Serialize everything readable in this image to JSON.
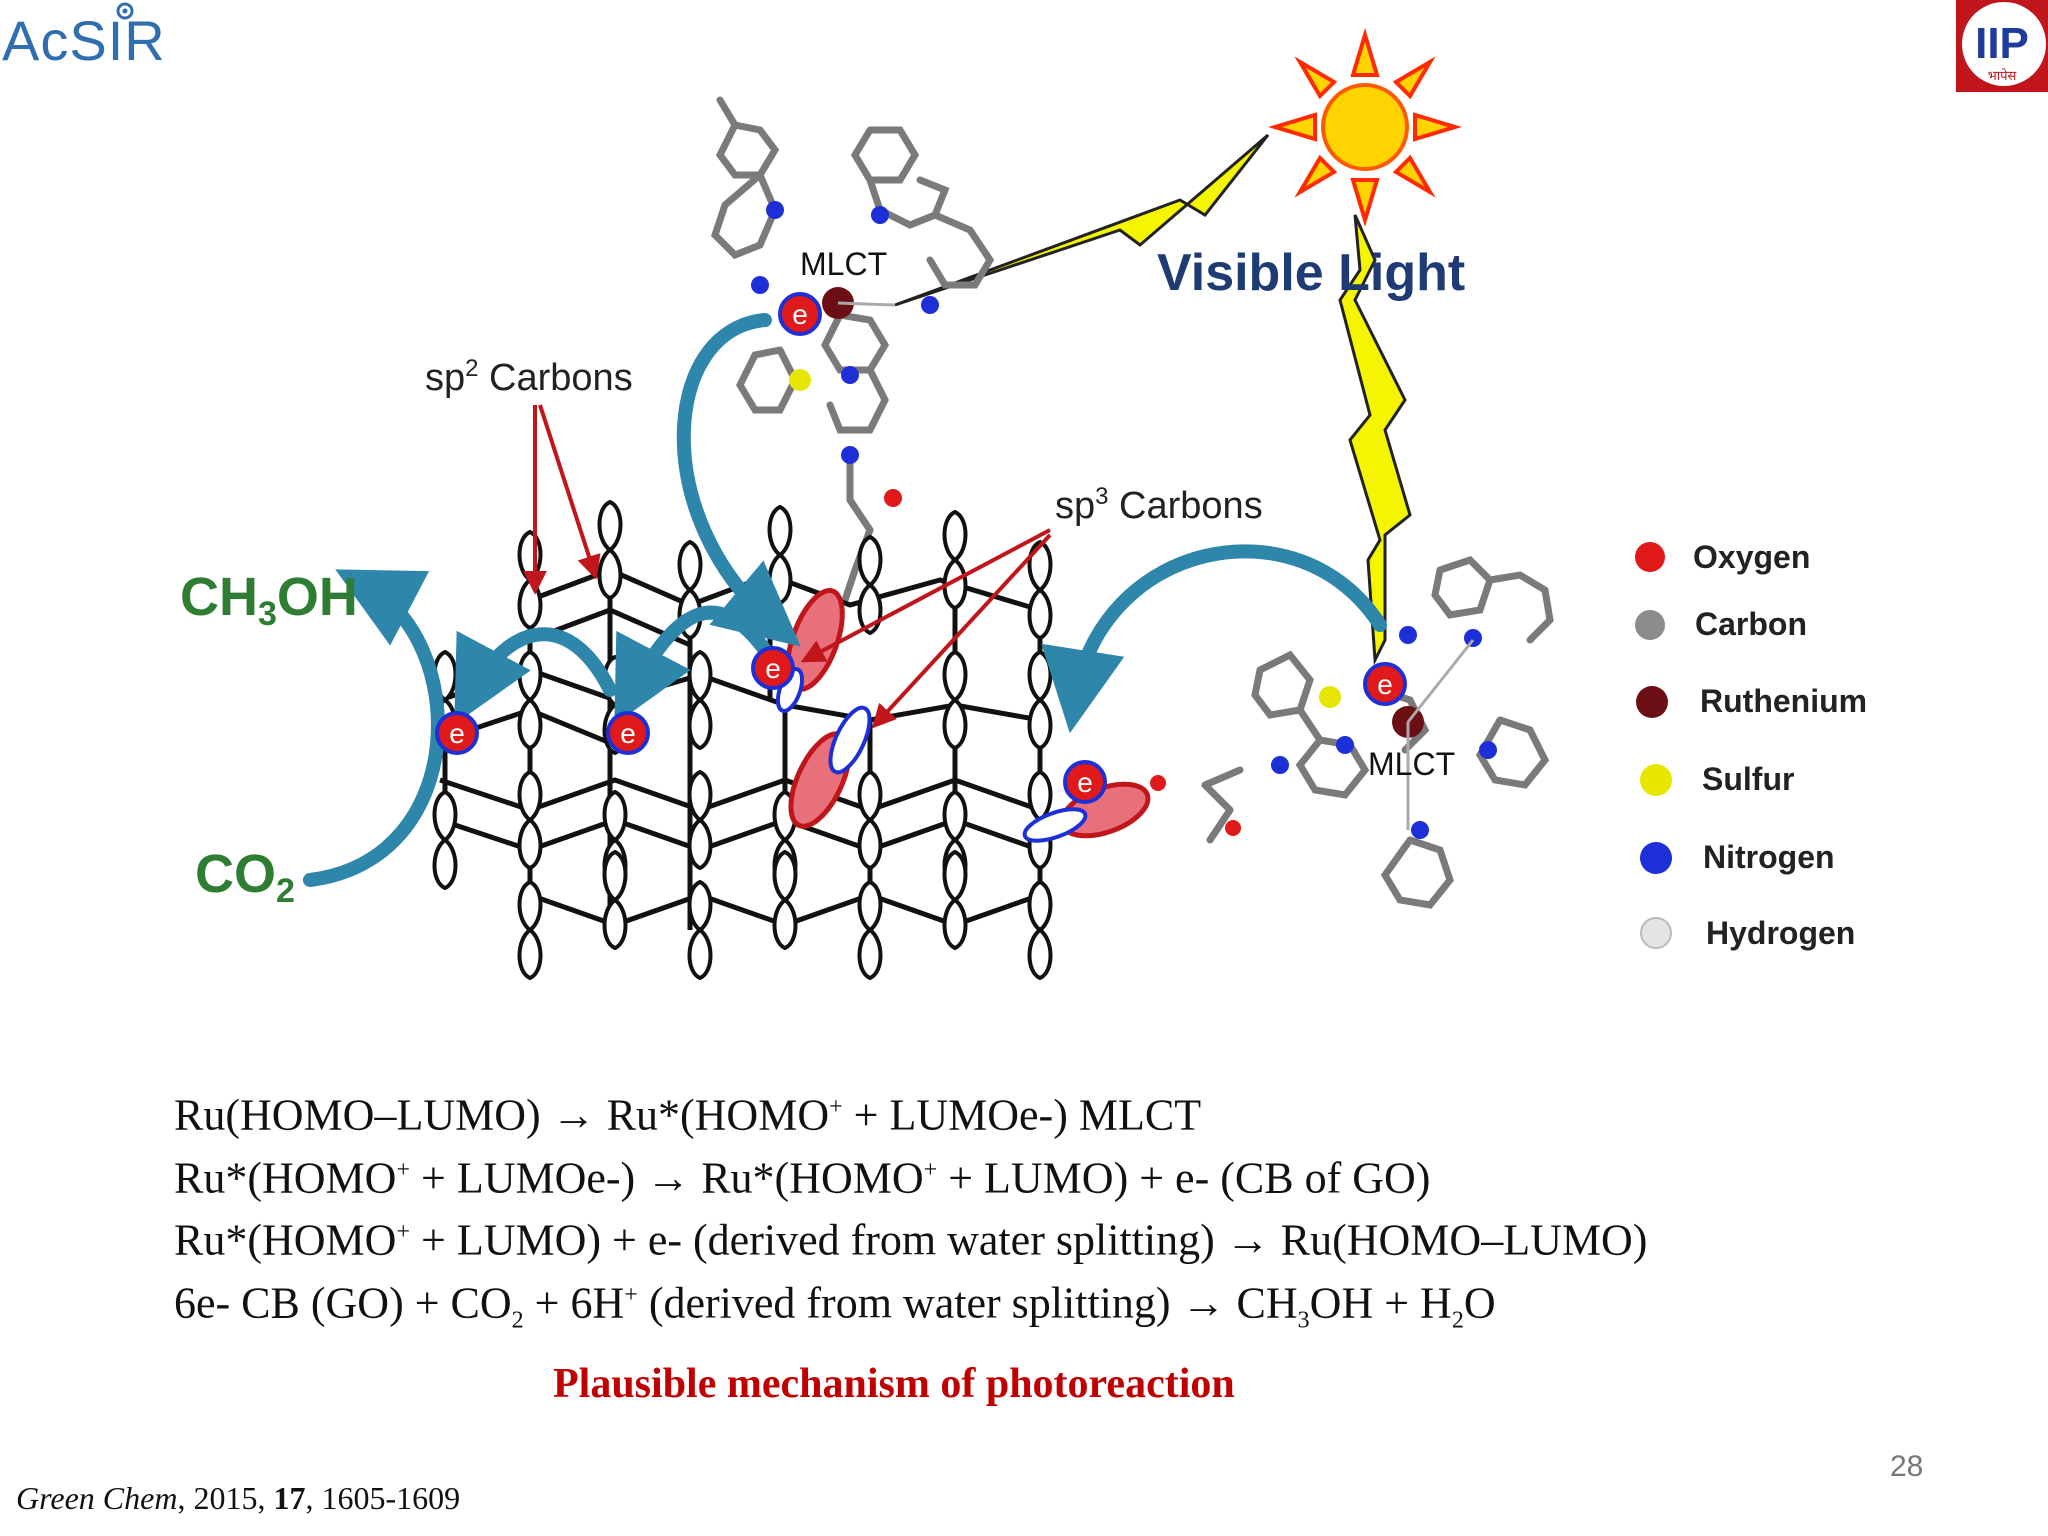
{
  "header": {
    "left_logo_text": "AcSIR",
    "right_logo_text": "IIP",
    "right_logo_subtext": "भापेस"
  },
  "diagram": {
    "visible_light_label": "Visible Light",
    "mlct_top_label": "MLCT",
    "mlct_right_label": "MLCT",
    "sp2_label_main": "sp",
    "sp2_label_sup": "2",
    "sp2_label_rest": " Carbons",
    "sp3_label_main": "sp",
    "sp3_label_sup": "3",
    "sp3_label_rest": " Carbons",
    "product_label_a": "CH",
    "product_label_sub": "3",
    "product_label_b": "OH",
    "reactant_label_a": "CO",
    "reactant_label_sub": "2",
    "electron_label": "e",
    "colors": {
      "arrow": "#2e86ab",
      "lightning": "#f5f500",
      "sun": "#ffd400",
      "sun_rays": "#ff2a00",
      "annotation_red": "#c0161b",
      "green_text": "#2e7d32",
      "visible_light_text": "#1f3b73"
    }
  },
  "legend": {
    "items": [
      {
        "label": "Oxygen",
        "color": "#e01a1a"
      },
      {
        "label": "Carbon",
        "color": "#8c8c8c"
      },
      {
        "label": "Ruthenium",
        "color": "#6b0f14"
      },
      {
        "label": "Sulfur",
        "color": "#e6e600"
      },
      {
        "label": "Nitrogen",
        "color": "#1d2fd6"
      },
      {
        "label": "Hydrogen",
        "color": "#e4e4e4"
      }
    ]
  },
  "equations": {
    "line1_a": "Ru(HOMO–LUMO) → Ru*(HOMO",
    "line1_sup": "+",
    "line1_b": " + LUMOe-) MLCT",
    "line2_a": "Ru*(HOMO",
    "line2_sup1": "+",
    "line2_b": " + LUMOe-) → Ru*(HOMO",
    "line2_sup2": "+",
    "line2_c": " + LUMO) + e- (CB of GO)",
    "line3_a": "Ru*(HOMO",
    "line3_sup": "+",
    "line3_b": " + LUMO) + e- (derived from water splitting) → Ru(HOMO–LUMO)",
    "line4_a": "6e- CB (GO) + CO",
    "line4_sub1": "2",
    "line4_b": " + 6H",
    "line4_sup": "+",
    "line4_c": " (derived from water splitting) → CH",
    "line4_sub2": "3",
    "line4_d": "OH + H",
    "line4_sub3": "2",
    "line4_e": "O"
  },
  "caption": "Plausible mechanism of photoreaction",
  "citation": {
    "journal": "Green Chem",
    "year_text": ", 2015, ",
    "volume": "17",
    "pages": ", 1605-1609"
  },
  "page_number": "28"
}
